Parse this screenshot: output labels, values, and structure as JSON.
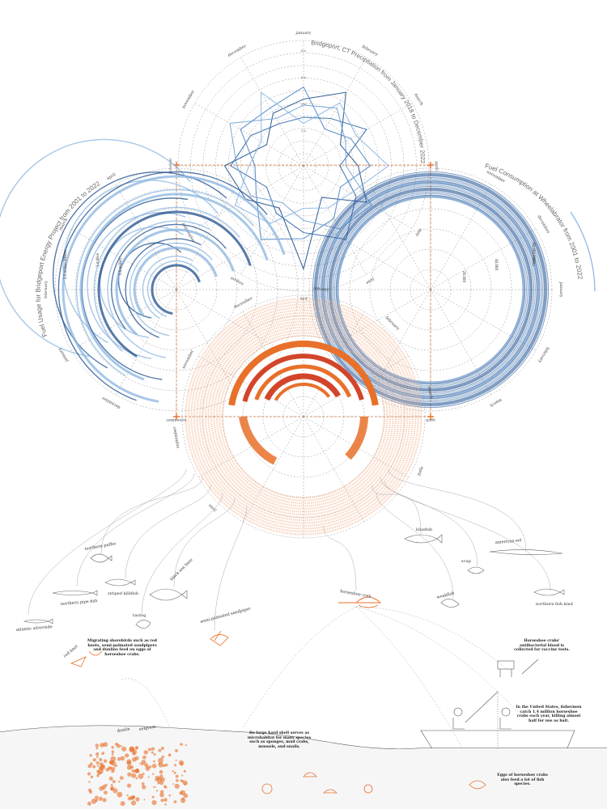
{
  "titles": {
    "precipitation": "Bridgeport, CT Precipitation from January 2018 to December 2022",
    "fuel_usage": "Fuel Usage for Bridgeport Energy Project from 2001 to 2022",
    "fuel_consumption": "Fuel Consumption at Wheelabrator from 2001 to 2022"
  },
  "months": {
    "top": [
      "january",
      "february",
      "march",
      "april",
      "may",
      "june",
      "july",
      "august",
      "september",
      "october",
      "november",
      "december"
    ],
    "left": [
      "april",
      "march",
      "february",
      "january",
      "december",
      "november"
    ],
    "right": [
      "november",
      "december",
      "january",
      "february",
      "march",
      "april"
    ],
    "bottom": [
      "june",
      "september",
      "november",
      "december",
      "january",
      "february",
      "march",
      "april"
    ]
  },
  "unit_labels": {
    "precip_ticks": [
      "8 in",
      "6 in",
      "4 in",
      "2 in"
    ],
    "left_ticks": [
      "2.5 million MMBtu",
      "1 million",
      "0.5 million"
    ],
    "right_ticks": [
      "60,000 MMBtu",
      "40,000",
      "20,000"
    ]
  },
  "species": [
    "atlantic silverside",
    "northern pipe fish",
    "northern puffer",
    "striped killifish",
    "tautog",
    "black sea bass",
    "semi-palmated sandpiper",
    "red knot",
    "bluefish",
    "scup",
    "american eel",
    "weakfish",
    "northern fish kind",
    "horseshoe crab",
    "dunlin",
    "eelgrass"
  ],
  "notes": {
    "shorebirds": "Migrating shorebirds such as red knots, semi-palmated sandpipers and dunlins feed on eggs of horseshoe crabs.",
    "shell": "Its large hard shell serves as microhabitat for many species such as sponges, mud crabs, mussels, and snails.",
    "blood": "Horseshoe crabs' antibacterial blood is collected for vaccine tests.",
    "fishermen": "In the United States, fishermen catch 1.4 million horseshoe crabs each year, killing almost half for use as bait.",
    "eggs": "Eggs of horseshoe crabs also feed a lot of fish species."
  },
  "colors": {
    "blue_dark": "#1f4e8c",
    "blue_light": "#8ab4e0",
    "orange": "#e8702a",
    "red": "#d2452a",
    "peach": "#f3b08a",
    "grey": "#9a9a9a"
  }
}
